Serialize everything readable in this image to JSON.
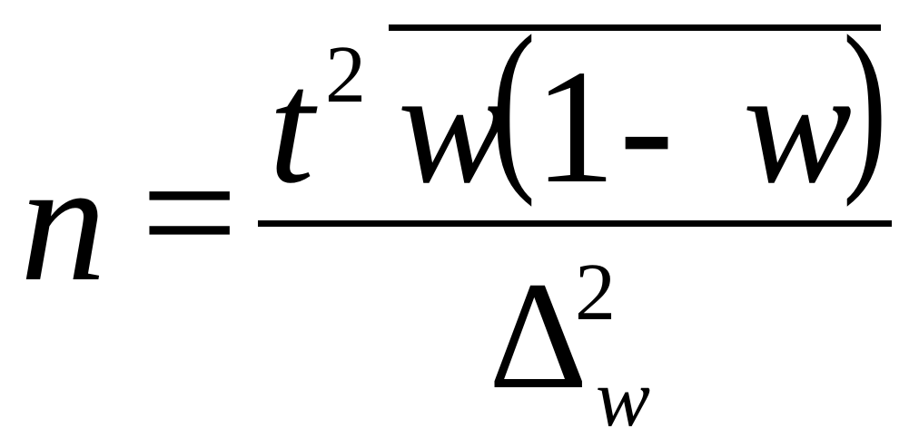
{
  "formula": {
    "lhs": {
      "variable": "n",
      "equals": "="
    },
    "numerator": {
      "t": "t",
      "t_exponent": "2",
      "w": "w",
      "open_paren": "(",
      "one": "1",
      "minus": "-",
      "w_inner": "w",
      "close_paren": ")"
    },
    "denominator": {
      "delta": "Δ",
      "delta_exponent": "2",
      "delta_subscript": "w"
    }
  }
}
